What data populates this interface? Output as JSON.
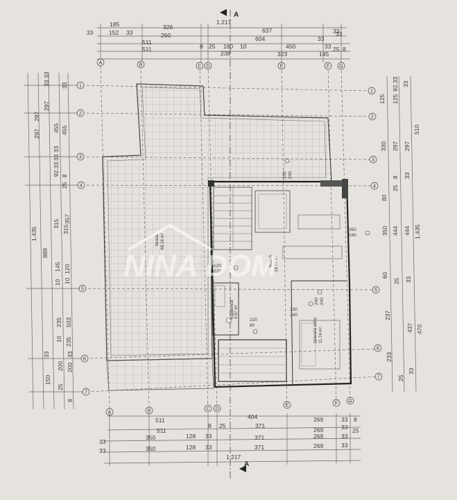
{
  "section_marks": [
    "A",
    "A"
  ],
  "grid_columns": [
    "A",
    "B",
    "C",
    "D",
    "E",
    "F",
    "G"
  ],
  "grid_rows": [
    "1",
    "2",
    "3",
    "4",
    "5",
    "6",
    "7"
  ],
  "top_dims": {
    "row1": [
      "185",
      "326",
      "1.217"
    ],
    "row2": [
      "33",
      "152",
      "33",
      "260",
      "637",
      "33"
    ],
    "row3": [
      "511",
      "8",
      "25",
      "604",
      "33"
    ],
    "row4": [
      "511",
      "238",
      "10",
      "450",
      "33",
      "25",
      "8"
    ],
    "row5": [
      "180",
      "323",
      "145"
    ],
    "row6": [
      "33"
    ]
  },
  "bottom_dims": {
    "row1": [
      "511",
      "404",
      "269",
      "33",
      "8"
    ],
    "row2": [
      "511",
      "8",
      "25",
      "371",
      "269",
      "33",
      "25"
    ],
    "row3": [
      "33",
      "350",
      "128",
      "33",
      "371",
      "269",
      "33"
    ],
    "row4": [
      "33",
      "350",
      "128",
      "33",
      "371",
      "269",
      "33"
    ],
    "total": "1.217"
  },
  "left_dims": {
    "col1": [
      "33",
      "297",
      "297",
      "1.435"
    ],
    "col2": [
      "33",
      "455",
      "33",
      "889",
      "33"
    ],
    "col3": [
      "297",
      "455",
      "357",
      "503",
      "150"
    ],
    "col4": [
      "33",
      "92.33",
      "315",
      "145",
      "10",
      "235",
      "10",
      "200",
      "25"
    ],
    "col5": [
      "33",
      "8",
      "25",
      "315",
      "120",
      "10",
      "235",
      "200",
      "33",
      "8"
    ]
  },
  "right_dims": {
    "col1": [
      "125",
      "92.33",
      "125",
      "330",
      "297",
      "8",
      "25",
      "80",
      "444",
      "350",
      "60",
      "25",
      "237",
      "233",
      "25"
    ],
    "col2": [
      "33",
      "297",
      "33",
      "444",
      "33",
      "437",
      "33"
    ],
    "col3": [
      "1.435",
      "510",
      "470"
    ]
  },
  "rooms": {
    "terrace": {
      "name": "terasa",
      "area": "68.18 m²"
    },
    "hall": {
      "name": "hodnik",
      "area": "18.77 m²"
    },
    "bathroom": {
      "name": "kupaonica",
      "area": "4.57 m²"
    },
    "bedroom": {
      "name": "spavaća soba",
      "area": "11.74 m²"
    }
  },
  "openings": [
    "120",
    "220",
    "350",
    "240",
    "330",
    "240",
    "220",
    "60",
    "230",
    "240",
    "240",
    "240"
  ],
  "watermark": "NINA DOM"
}
